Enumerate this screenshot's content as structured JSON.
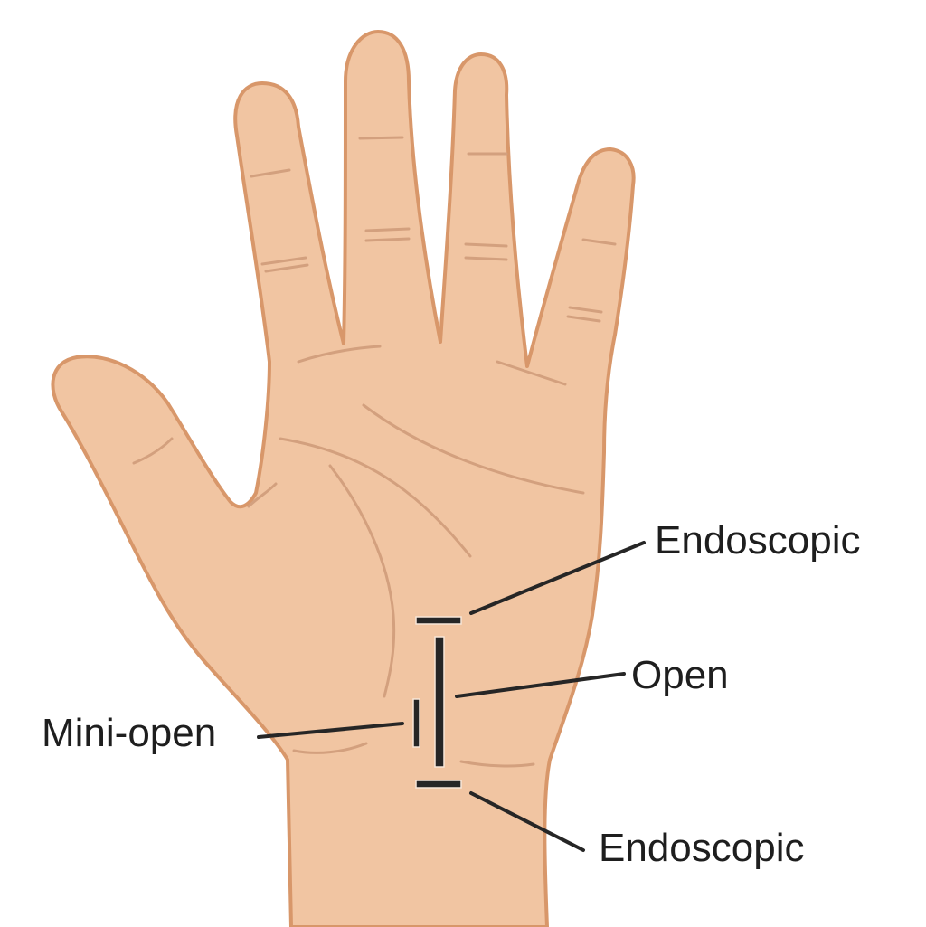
{
  "colors": {
    "skin": "#f1c5a2",
    "outline": "#d8976a",
    "crease": "#d3a07e",
    "incision": "#262626"
  },
  "labels": {
    "endoscopic_top": "Endoscopic",
    "open": "Open",
    "mini_open": "Mini-open",
    "endoscopic_bottom": "Endoscopic"
  }
}
